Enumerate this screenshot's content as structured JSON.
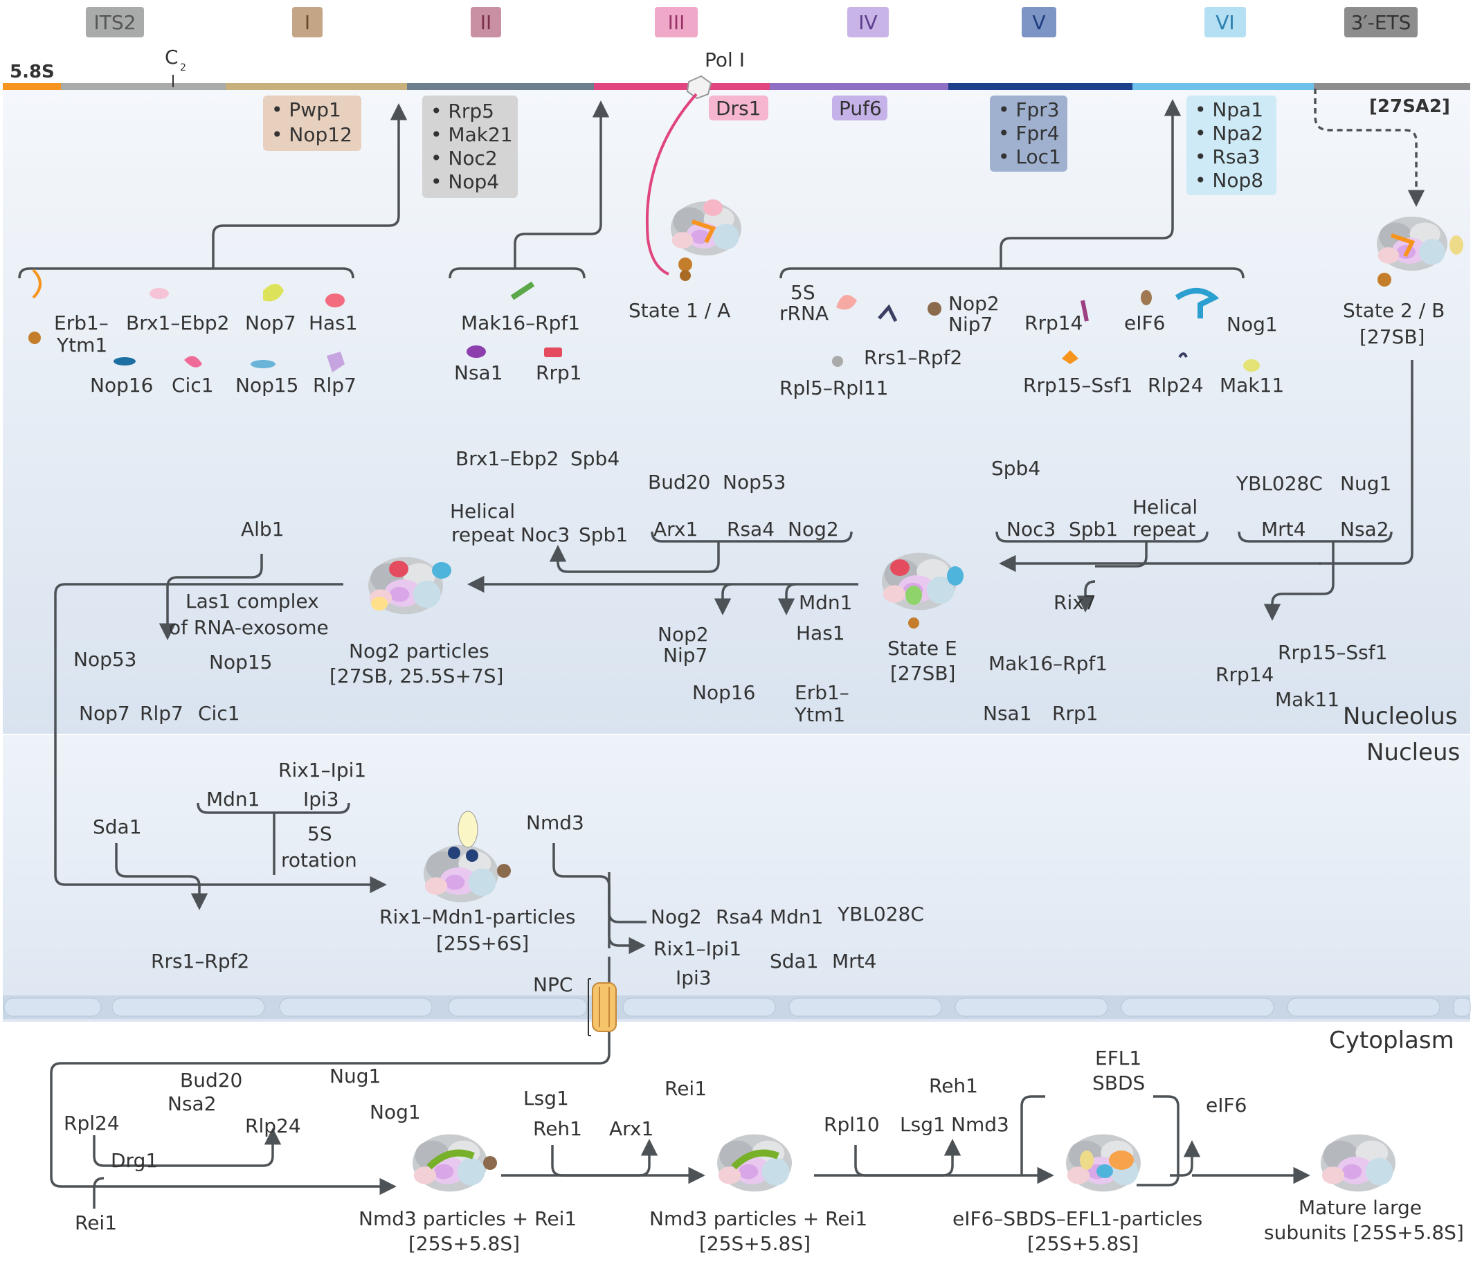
{
  "domains": [
    {
      "id": "its2",
      "label": "ITS2",
      "color": "#a9aaaa",
      "text": "#555"
    },
    {
      "id": "d1",
      "label": "I",
      "color": "#c4a585",
      "text": "#6b4a2c"
    },
    {
      "id": "d2",
      "label": "II",
      "color": "#c98fa3",
      "text": "#7a3148"
    },
    {
      "id": "d3",
      "label": "III",
      "color": "#f0a8c8",
      "text": "#9a3468"
    },
    {
      "id": "d4",
      "label": "IV",
      "color": "#c9b4e8",
      "text": "#5d3e8c"
    },
    {
      "id": "d5",
      "label": "V",
      "color": "#7d95c4",
      "text": "#1d3d80"
    },
    {
      "id": "d6",
      "label": "VI",
      "color": "#b5dff2",
      "text": "#2b7fae"
    },
    {
      "id": "ets",
      "label": "3′-ETS",
      "color": "#8d8d8d",
      "text": "#333"
    }
  ],
  "rrna": {
    "five8s": "5.8S",
    "c2": "C",
    "c2_sub": "2",
    "pol1": "Pol I",
    "sa2": "[27SA2]",
    "segment_colors": [
      "#f7941d",
      "#a9aaaa",
      "#c8b07c",
      "#6d7e8e",
      "#e0457f",
      "#8e6fc4",
      "#1d3e8a",
      "#6ec2ea",
      "#8d8d8d"
    ]
  },
  "boxes": {
    "pwp1": [
      "• Pwp1",
      "• Nop12"
    ],
    "rrp5": [
      "• Rrp5",
      "• Mak21",
      "• Noc2",
      "• Nop4"
    ],
    "drs1": "Drs1",
    "puf6": "Puf6",
    "fpr3": [
      "• Fpr3",
      "• Fpr4",
      "• Loc1"
    ],
    "npa1": [
      "• Npa1",
      "• Npa2",
      "• Rsa3",
      "• Nop8"
    ]
  },
  "labels": {
    "erb1": "Erb1–",
    "ytm1": "Ytm1",
    "brx1": "Brx1–Ebp2",
    "nop7": "Nop7",
    "has1": "Has1",
    "nop16": "Nop16",
    "cic1": "Cic1",
    "nop15": "Nop15",
    "rlp7": "Rlp7",
    "mak16": "Mak16–Rpf1",
    "nsa1": "Nsa1",
    "rrp1": "Rrp1",
    "state1": "State 1 / A",
    "rrna5s_a": "5S",
    "rrna5s_b": "rRNA",
    "rrs1": "Rrs1–Rpf2",
    "nop2_a": "Nop2",
    "nip7": "Nip7",
    "rrp14": "Rrp14",
    "eif6": "eIF6",
    "nog1": "Nog1",
    "rpl5": "Rpl5–Rpl11",
    "rrp15": "Rrp15–Ssf1",
    "rlp24": "Rlp24",
    "mak11": "Mak11",
    "state2_a": "State 2 / B",
    "state2_b": "[27SB]",
    "brx1b": "Brx1–Ebp2",
    "spb4": "Spb4",
    "helical_a": "Helical",
    "helical_b": "repeat",
    "noc3": "Noc3",
    "spb1": "Spb1",
    "bud20": "Bud20",
    "nop53": "Nop53",
    "arx1": "Arx1",
    "rsa4": "Rsa4",
    "nog2": "Nog2",
    "spb4b": "Spb4",
    "noc3b": "Noc3",
    "spb1b": "Spb1",
    "helical2_a": "Helical",
    "helical2_b": "repeat",
    "ybl": "YBL028C",
    "nug1": "Nug1",
    "mrt4": "Mrt4",
    "nsa2": "Nsa2",
    "alb1": "Alb1",
    "las1_a": "Las1 complex",
    "las1_b": "of RNA-exosome",
    "nog2p_a": "Nog2 particles",
    "nog2p_b": "[27SB, 25.5S+7S]",
    "nop53b": "Nop53",
    "nop15b": "Nop15",
    "nop7b": "Nop7",
    "rlp7b": "Rlp7",
    "cic1b": "Cic1",
    "mdn1": "Mdn1",
    "has1b": "Has1",
    "nop2b": "Nop2",
    "nip7b": "Nip7",
    "nop16b": "Nop16",
    "erb1b": "Erb1–",
    "ytm1b": "Ytm1",
    "statee_a": "State E",
    "statee_b": "[27SB]",
    "rix7": "Rix7",
    "mak16b": "Mak16–Rpf1",
    "nsa1b": "Nsa1",
    "rrp1b": "Rrp1",
    "rrp14b": "Rrp14",
    "rrp15b": "Rrp15–Ssf1",
    "mak11b": "Mak11",
    "nucleolus": "Nucleolus",
    "nucleus": "Nucleus",
    "sda1": "Sda1",
    "mdn1b": "Mdn1",
    "rix1": "Rix1–Ipi1",
    "ipi3": "Ipi3",
    "rot_a": "5S",
    "rot_b": "rotation",
    "rrs1b": "Rrs1–Rpf2",
    "rixp_a": "Rix1–Mdn1-particles",
    "rixp_b": "[25S+6S]",
    "nmd3": "Nmd3",
    "nog2c": "Nog2",
    "rsa4c": "Rsa4",
    "mdn1c": "Mdn1",
    "yblc": "YBL028C",
    "rix1c": "Rix1–Ipi1",
    "ipi3c": "Ipi3",
    "sda1c": "Sda1",
    "mrt4c": "Mrt4",
    "npc": "NPC",
    "cytoplasm": "Cytoplasm",
    "bud20c": "Bud20",
    "nsa2c": "Nsa2",
    "nug1c": "Nug1",
    "rpl24": "Rpl24",
    "rlp24c": "Rlp24",
    "nog1c": "Nog1",
    "drg1": "Drg1",
    "rei1a": "Rei1",
    "lsg1": "Lsg1",
    "reh1": "Reh1",
    "rei1b": "Rei1",
    "arx1c": "Arx1",
    "nmd3p1_a": "Nmd3 particles + Rei1",
    "nmd3p1_b": "[25S+5.8S]",
    "nmd3p2_a": "Nmd3 particles + Rei1",
    "nmd3p2_b": "[25S+5.8S]",
    "rpl10": "Rpl10",
    "reh1b": "Reh1",
    "lsg1b": "Lsg1",
    "nmd3b": "Nmd3",
    "efl1": "EFL1",
    "sbds": "SBDS",
    "eif6b": "eIF6",
    "eifp_a": "eIF6–SBDS–EFL1-particles",
    "eifp_b": "[25S+5.8S]",
    "mature_a": "Mature large",
    "mature_b": "subunits [25S+5.8S]"
  }
}
